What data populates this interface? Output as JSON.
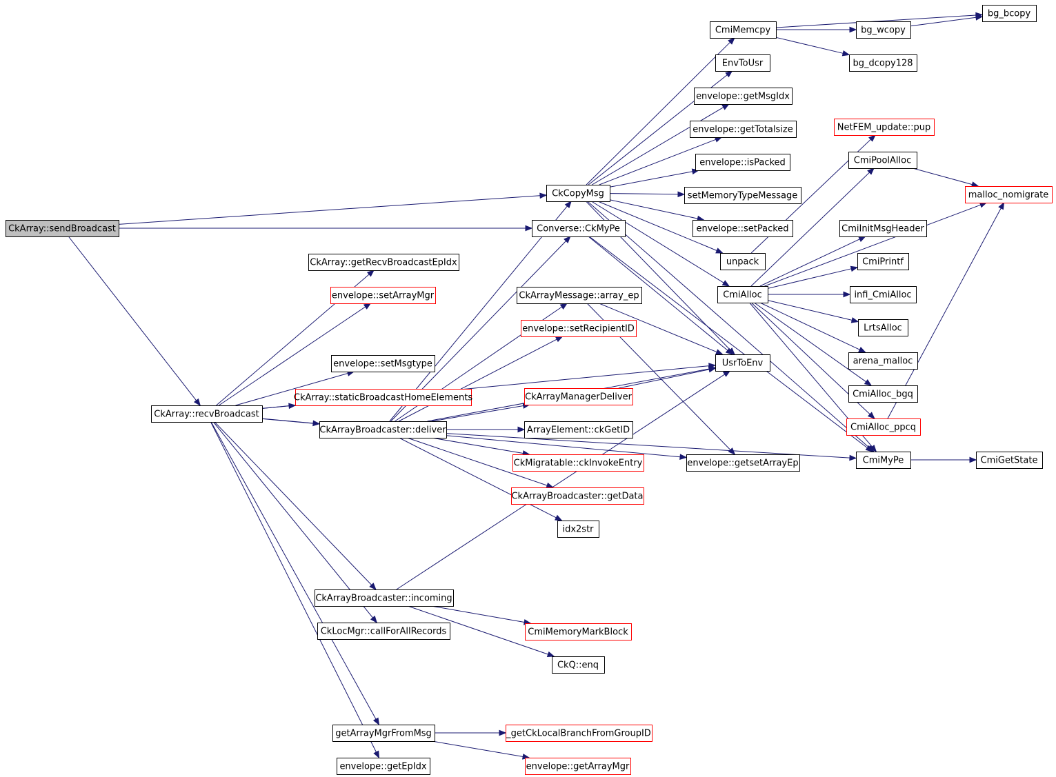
{
  "nodes": {
    "n_sendBroadcast": {
      "label": "CkArray::sendBroadcast",
      "style": "root"
    },
    "n_recvBroadcast": {
      "label": "CkArray::recvBroadcast",
      "style": "normal"
    },
    "n_CkCopyMsg": {
      "label": "CkCopyMsg",
      "style": "normal"
    },
    "n_CkMyPe": {
      "label": "Converse::CkMyPe",
      "style": "normal"
    },
    "n_CmiMemcpy": {
      "label": "CmiMemcpy",
      "style": "normal"
    },
    "n_EnvToUsr": {
      "label": "EnvToUsr",
      "style": "normal"
    },
    "n_getMsgIdx": {
      "label": "envelope::getMsgIdx",
      "style": "normal"
    },
    "n_getTotalsize": {
      "label": "envelope::getTotalsize",
      "style": "normal"
    },
    "n_isPacked": {
      "label": "envelope::isPacked",
      "style": "normal"
    },
    "n_setMemoryTypeMessage": {
      "label": "setMemoryTypeMessage",
      "style": "normal"
    },
    "n_setPacked": {
      "label": "envelope::setPacked",
      "style": "normal"
    },
    "n_unpack": {
      "label": "unpack",
      "style": "normal"
    },
    "n_CmiAlloc": {
      "label": "CmiAlloc",
      "style": "normal"
    },
    "n_UsrToEnv": {
      "label": "UsrToEnv",
      "style": "normal"
    },
    "n_getsetArrayEp": {
      "label": "envelope::getsetArrayEp",
      "style": "normal"
    },
    "n_bg_bcopy": {
      "label": "bg_bcopy",
      "style": "normal"
    },
    "n_bg_wcopy": {
      "label": "bg_wcopy",
      "style": "normal"
    },
    "n_bg_dcopy128": {
      "label": "bg_dcopy128",
      "style": "normal"
    },
    "n_NetFEM": {
      "label": "NetFEM_update::pup",
      "style": "red"
    },
    "n_CmiPoolAlloc": {
      "label": "CmiPoolAlloc",
      "style": "normal"
    },
    "n_malloc_nomigrate": {
      "label": "malloc_nomigrate",
      "style": "red"
    },
    "n_CmiInitMsgHeader": {
      "label": "CmiInitMsgHeader",
      "style": "normal"
    },
    "n_CmiPrintf": {
      "label": "CmiPrintf",
      "style": "normal"
    },
    "n_infi_CmiAlloc": {
      "label": "infi_CmiAlloc",
      "style": "normal"
    },
    "n_LrtsAlloc": {
      "label": "LrtsAlloc",
      "style": "normal"
    },
    "n_arena_malloc": {
      "label": "arena_malloc",
      "style": "normal"
    },
    "n_CmiAlloc_bgq": {
      "label": "CmiAlloc_bgq",
      "style": "normal"
    },
    "n_CmiAlloc_ppcq": {
      "label": "CmiAlloc_ppcq",
      "style": "red"
    },
    "n_CmiMyPe": {
      "label": "CmiMyPe",
      "style": "normal"
    },
    "n_CmiGetState": {
      "label": "CmiGetState",
      "style": "normal"
    },
    "n_getRecvBroadcastEpIdx": {
      "label": "CkArray::getRecvBroadcastEpIdx",
      "style": "normal"
    },
    "n_setArrayMgr": {
      "label": "envelope::setArrayMgr",
      "style": "red"
    },
    "n_setMsgtype": {
      "label": "envelope::setMsgtype",
      "style": "normal"
    },
    "n_staticBroadcastHomeElements": {
      "label": "CkArray::staticBroadcastHomeElements",
      "style": "red"
    },
    "n_deliver": {
      "label": "CkArrayBroadcaster::deliver",
      "style": "normal"
    },
    "n_array_ep": {
      "label": "CkArrayMessage::array_ep",
      "style": "normal"
    },
    "n_setRecipientID": {
      "label": "envelope::setRecipientID",
      "style": "red"
    },
    "n_CkArrayManagerDeliver": {
      "label": "CkArrayManagerDeliver",
      "style": "red"
    },
    "n_ckGetID": {
      "label": "ArrayElement::ckGetID",
      "style": "normal"
    },
    "n_ckInvokeEntry": {
      "label": "CkMigratable::ckInvokeEntry",
      "style": "red"
    },
    "n_getData": {
      "label": "CkArrayBroadcaster::getData",
      "style": "red"
    },
    "n_idx2str": {
      "label": "idx2str",
      "style": "normal"
    },
    "n_incoming": {
      "label": "CkArrayBroadcaster::incoming",
      "style": "normal"
    },
    "n_callForAllRecords": {
      "label": "CkLocMgr::callForAllRecords",
      "style": "normal"
    },
    "n_CmiMemoryMarkBlock": {
      "label": "CmiMemoryMarkBlock",
      "style": "red"
    },
    "n_CkQ_enq": {
      "label": "CkQ::enq",
      "style": "normal"
    },
    "n_getArrayMgrFromMsg": {
      "label": "getArrayMgrFromMsg",
      "style": "normal"
    },
    "n_getCkLocalBranch": {
      "label": "_getCkLocalBranchFromGroupID",
      "style": "red"
    },
    "n_getEpIdx": {
      "label": "envelope::getEpIdx",
      "style": "normal"
    },
    "n_getArrayMgr": {
      "label": "envelope::getArrayMgr",
      "style": "red"
    }
  },
  "edges": [
    [
      "n_sendBroadcast",
      "n_CkCopyMsg"
    ],
    [
      "n_sendBroadcast",
      "n_CkMyPe"
    ],
    [
      "n_sendBroadcast",
      "n_recvBroadcast"
    ],
    [
      "n_CkCopyMsg",
      "n_CmiMemcpy"
    ],
    [
      "n_CkCopyMsg",
      "n_EnvToUsr"
    ],
    [
      "n_CkCopyMsg",
      "n_getMsgIdx"
    ],
    [
      "n_CkCopyMsg",
      "n_getTotalsize"
    ],
    [
      "n_CkCopyMsg",
      "n_isPacked"
    ],
    [
      "n_CkCopyMsg",
      "n_setMemoryTypeMessage"
    ],
    [
      "n_CkCopyMsg",
      "n_setPacked"
    ],
    [
      "n_CkCopyMsg",
      "n_unpack"
    ],
    [
      "n_CkCopyMsg",
      "n_CmiAlloc"
    ],
    [
      "n_CkCopyMsg",
      "n_UsrToEnv"
    ],
    [
      "n_CkCopyMsg",
      "n_CmiMyPe"
    ],
    [
      "n_CmiMemcpy",
      "n_bg_bcopy"
    ],
    [
      "n_CmiMemcpy",
      "n_bg_wcopy"
    ],
    [
      "n_CmiMemcpy",
      "n_bg_dcopy128"
    ],
    [
      "n_bg_wcopy",
      "n_bg_bcopy"
    ],
    [
      "n_unpack",
      "n_NetFEM"
    ],
    [
      "n_CmiAlloc",
      "n_CmiPoolAlloc"
    ],
    [
      "n_CmiAlloc",
      "n_malloc_nomigrate"
    ],
    [
      "n_CmiAlloc",
      "n_CmiInitMsgHeader"
    ],
    [
      "n_CmiAlloc",
      "n_CmiPrintf"
    ],
    [
      "n_CmiAlloc",
      "n_infi_CmiAlloc"
    ],
    [
      "n_CmiAlloc",
      "n_LrtsAlloc"
    ],
    [
      "n_CmiAlloc",
      "n_arena_malloc"
    ],
    [
      "n_CmiAlloc",
      "n_CmiAlloc_bgq"
    ],
    [
      "n_CmiAlloc",
      "n_CmiAlloc_ppcq"
    ],
    [
      "n_CmiAlloc",
      "n_CmiMyPe"
    ],
    [
      "n_CmiPoolAlloc",
      "n_malloc_nomigrate"
    ],
    [
      "n_CmiAlloc_ppcq",
      "n_malloc_nomigrate"
    ],
    [
      "n_CmiMyPe",
      "n_CmiGetState"
    ],
    [
      "n_CkMyPe",
      "n_CmiMyPe"
    ],
    [
      "n_recvBroadcast",
      "n_getRecvBroadcastEpIdx"
    ],
    [
      "n_recvBroadcast",
      "n_setArrayMgr"
    ],
    [
      "n_recvBroadcast",
      "n_UsrToEnv"
    ],
    [
      "n_recvBroadcast",
      "n_setMsgtype"
    ],
    [
      "n_recvBroadcast",
      "n_staticBroadcastHomeElements"
    ],
    [
      "n_recvBroadcast",
      "n_deliver"
    ],
    [
      "n_recvBroadcast",
      "n_incoming"
    ],
    [
      "n_recvBroadcast",
      "n_callForAllRecords"
    ],
    [
      "n_recvBroadcast",
      "n_getsetArrayEp"
    ],
    [
      "n_recvBroadcast",
      "n_getArrayMgrFromMsg"
    ],
    [
      "n_recvBroadcast",
      "n_getEpIdx"
    ],
    [
      "n_deliver",
      "n_CkCopyMsg"
    ],
    [
      "n_deliver",
      "n_CkMyPe"
    ],
    [
      "n_deliver",
      "n_array_ep"
    ],
    [
      "n_deliver",
      "n_setRecipientID"
    ],
    [
      "n_deliver",
      "n_UsrToEnv"
    ],
    [
      "n_deliver",
      "n_CkArrayManagerDeliver"
    ],
    [
      "n_deliver",
      "n_ckGetID"
    ],
    [
      "n_deliver",
      "n_ckInvokeEntry"
    ],
    [
      "n_deliver",
      "n_getData"
    ],
    [
      "n_deliver",
      "n_idx2str"
    ],
    [
      "n_deliver",
      "n_CmiMyPe"
    ],
    [
      "n_array_ep",
      "n_UsrToEnv"
    ],
    [
      "n_array_ep",
      "n_getsetArrayEp"
    ],
    [
      "n_CkArrayManagerDeliver",
      "n_UsrToEnv"
    ],
    [
      "n_CkMyPe",
      "n_UsrToEnv"
    ],
    [
      "n_incoming",
      "n_UsrToEnv"
    ],
    [
      "n_incoming",
      "n_CmiMemoryMarkBlock"
    ],
    [
      "n_incoming",
      "n_CkQ_enq"
    ],
    [
      "n_getArrayMgrFromMsg",
      "n_getCkLocalBranch"
    ],
    [
      "n_getArrayMgrFromMsg",
      "n_getArrayMgr"
    ]
  ]
}
